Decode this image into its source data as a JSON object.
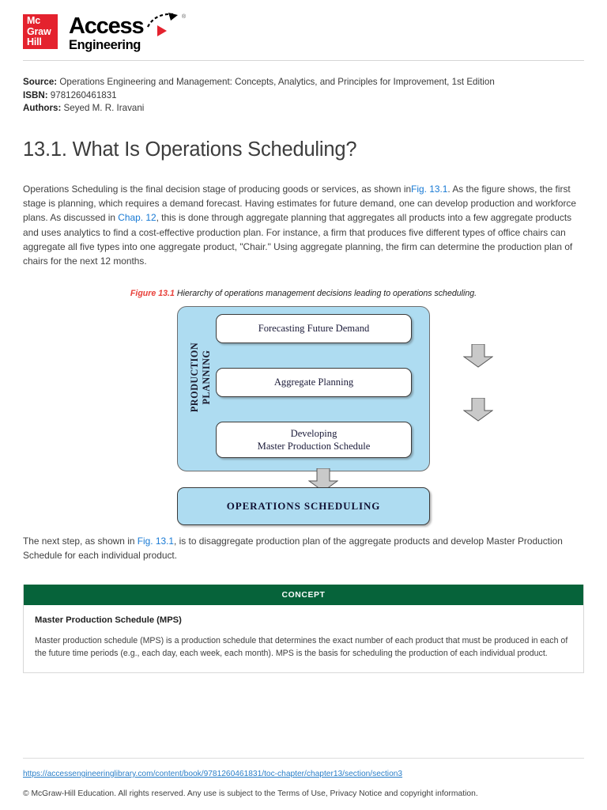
{
  "brand": {
    "publisher_line1": "Mc",
    "publisher_line2": "Graw",
    "publisher_line3": "Hill",
    "product_name": "Access",
    "product_sub": "Engineering",
    "registered_mark": "®",
    "red": "#e4222e"
  },
  "meta": {
    "source_label": "Source:",
    "source_value": "Operations Engineering and Management: Concepts, Analytics, and Principles for Improvement, 1st Edition",
    "isbn_label": "ISBN:",
    "isbn_value": "9781260461831",
    "authors_label": "Authors:",
    "authors_value": "Seyed M. R. Iravani"
  },
  "section": {
    "title": "13.1. What Is Operations Scheduling?"
  },
  "paragraph1": {
    "part1": "Operations Scheduling is the final decision stage of producing goods or services, as shown in",
    "link1": "Fig. 13.1",
    "part2": ". As the figure shows, the first stage is planning, which requires a demand forecast. Having estimates for future demand, one can develop production and workforce plans. As discussed in ",
    "link2": "Chap. 12",
    "part3": ", this is done through aggregate planning that aggregates all products into a few aggregate products and uses analytics to find a cost-effective production plan. For instance, a firm that produces five different types of office chairs can aggregate all five types into one aggregate product, \"Chair.\" Using aggregate planning, the firm can determine the production plan of chairs for the next 12 months."
  },
  "figure": {
    "caption_number": "Figure 13.1",
    "caption_text": "Hierarchy of operations management decisions leading to operations scheduling.",
    "container_label": "PRODUCTION PLANNING",
    "steps": [
      {
        "label": "Forecasting Future Demand"
      },
      {
        "label": "Aggregate Planning"
      },
      {
        "label": "Developing\nMaster Production Schedule"
      }
    ],
    "outcome": "OPERATIONS SCHEDULING",
    "container_color": "#aedcf1",
    "arrow_color": "#c9c9c9"
  },
  "paragraph2": {
    "part1": "The next step, as shown in ",
    "link1": "Fig. 13.1",
    "part2": ", is to disaggregate production plan of the aggregate products and develop Master Production Schedule for each individual product."
  },
  "concept": {
    "header": "CONCEPT",
    "header_color": "#06633a",
    "term": "Master Production Schedule (MPS)",
    "text": "Master production schedule (MPS) is a production schedule that determines the exact number of each product that must be produced in each of the future time periods (e.g., each day, each week, each month). MPS is the basis for scheduling the production of each individual product."
  },
  "footer": {
    "url": "https://accessengineeringlibrary.com/content/book/9781260461831/toc-chapter/chapter13/section/section3",
    "copyright": "© McGraw-Hill Education. All rights reserved. Any use is subject to the Terms of Use, Privacy Notice and copyright information."
  }
}
